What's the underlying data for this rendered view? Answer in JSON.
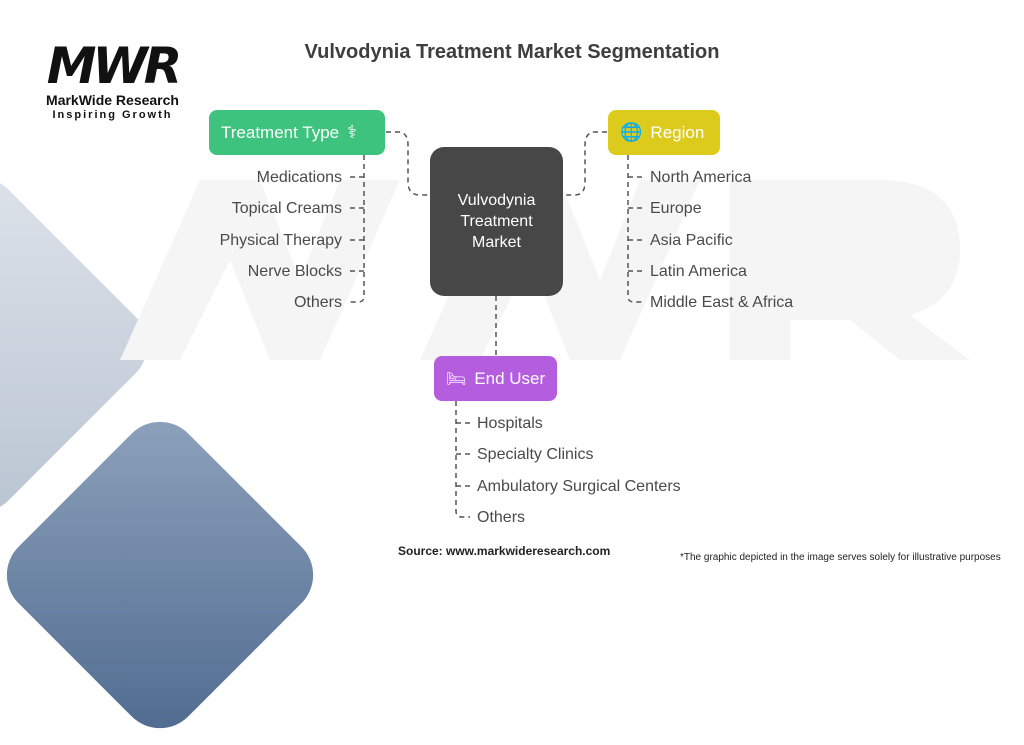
{
  "title": "Vulvodynia Treatment Market Segmentation",
  "logo": {
    "mark": "MWR",
    "name": "MarkWide Research",
    "tagline": "Inspiring Growth"
  },
  "center": "Vulvodynia Treatment Market",
  "categories": [
    {
      "label": "Treatment Type",
      "color": "#3dc37d",
      "icon": "person-pill-icon",
      "items": [
        "Medications",
        "Topical Creams",
        "Physical Therapy",
        "Nerve Blocks",
        "Others"
      ]
    },
    {
      "label": "Region",
      "color": "#dccb1c",
      "icon": "globe-icon",
      "items": [
        "North America",
        "Europe",
        "Asia Pacific",
        "Latin America",
        "Middle East & Africa"
      ]
    },
    {
      "label": "End User",
      "color": "#b55ddf",
      "icon": "hospital-bed-icon",
      "items": [
        "Hospitals",
        "Specialty Clinics",
        "Ambulatory Surgical Centers",
        "Others"
      ]
    }
  ],
  "footer": {
    "source": "Source: www.markwideresearch.com",
    "disclaimer": "*The graphic depicted in the image serves solely for illustrative purposes"
  }
}
